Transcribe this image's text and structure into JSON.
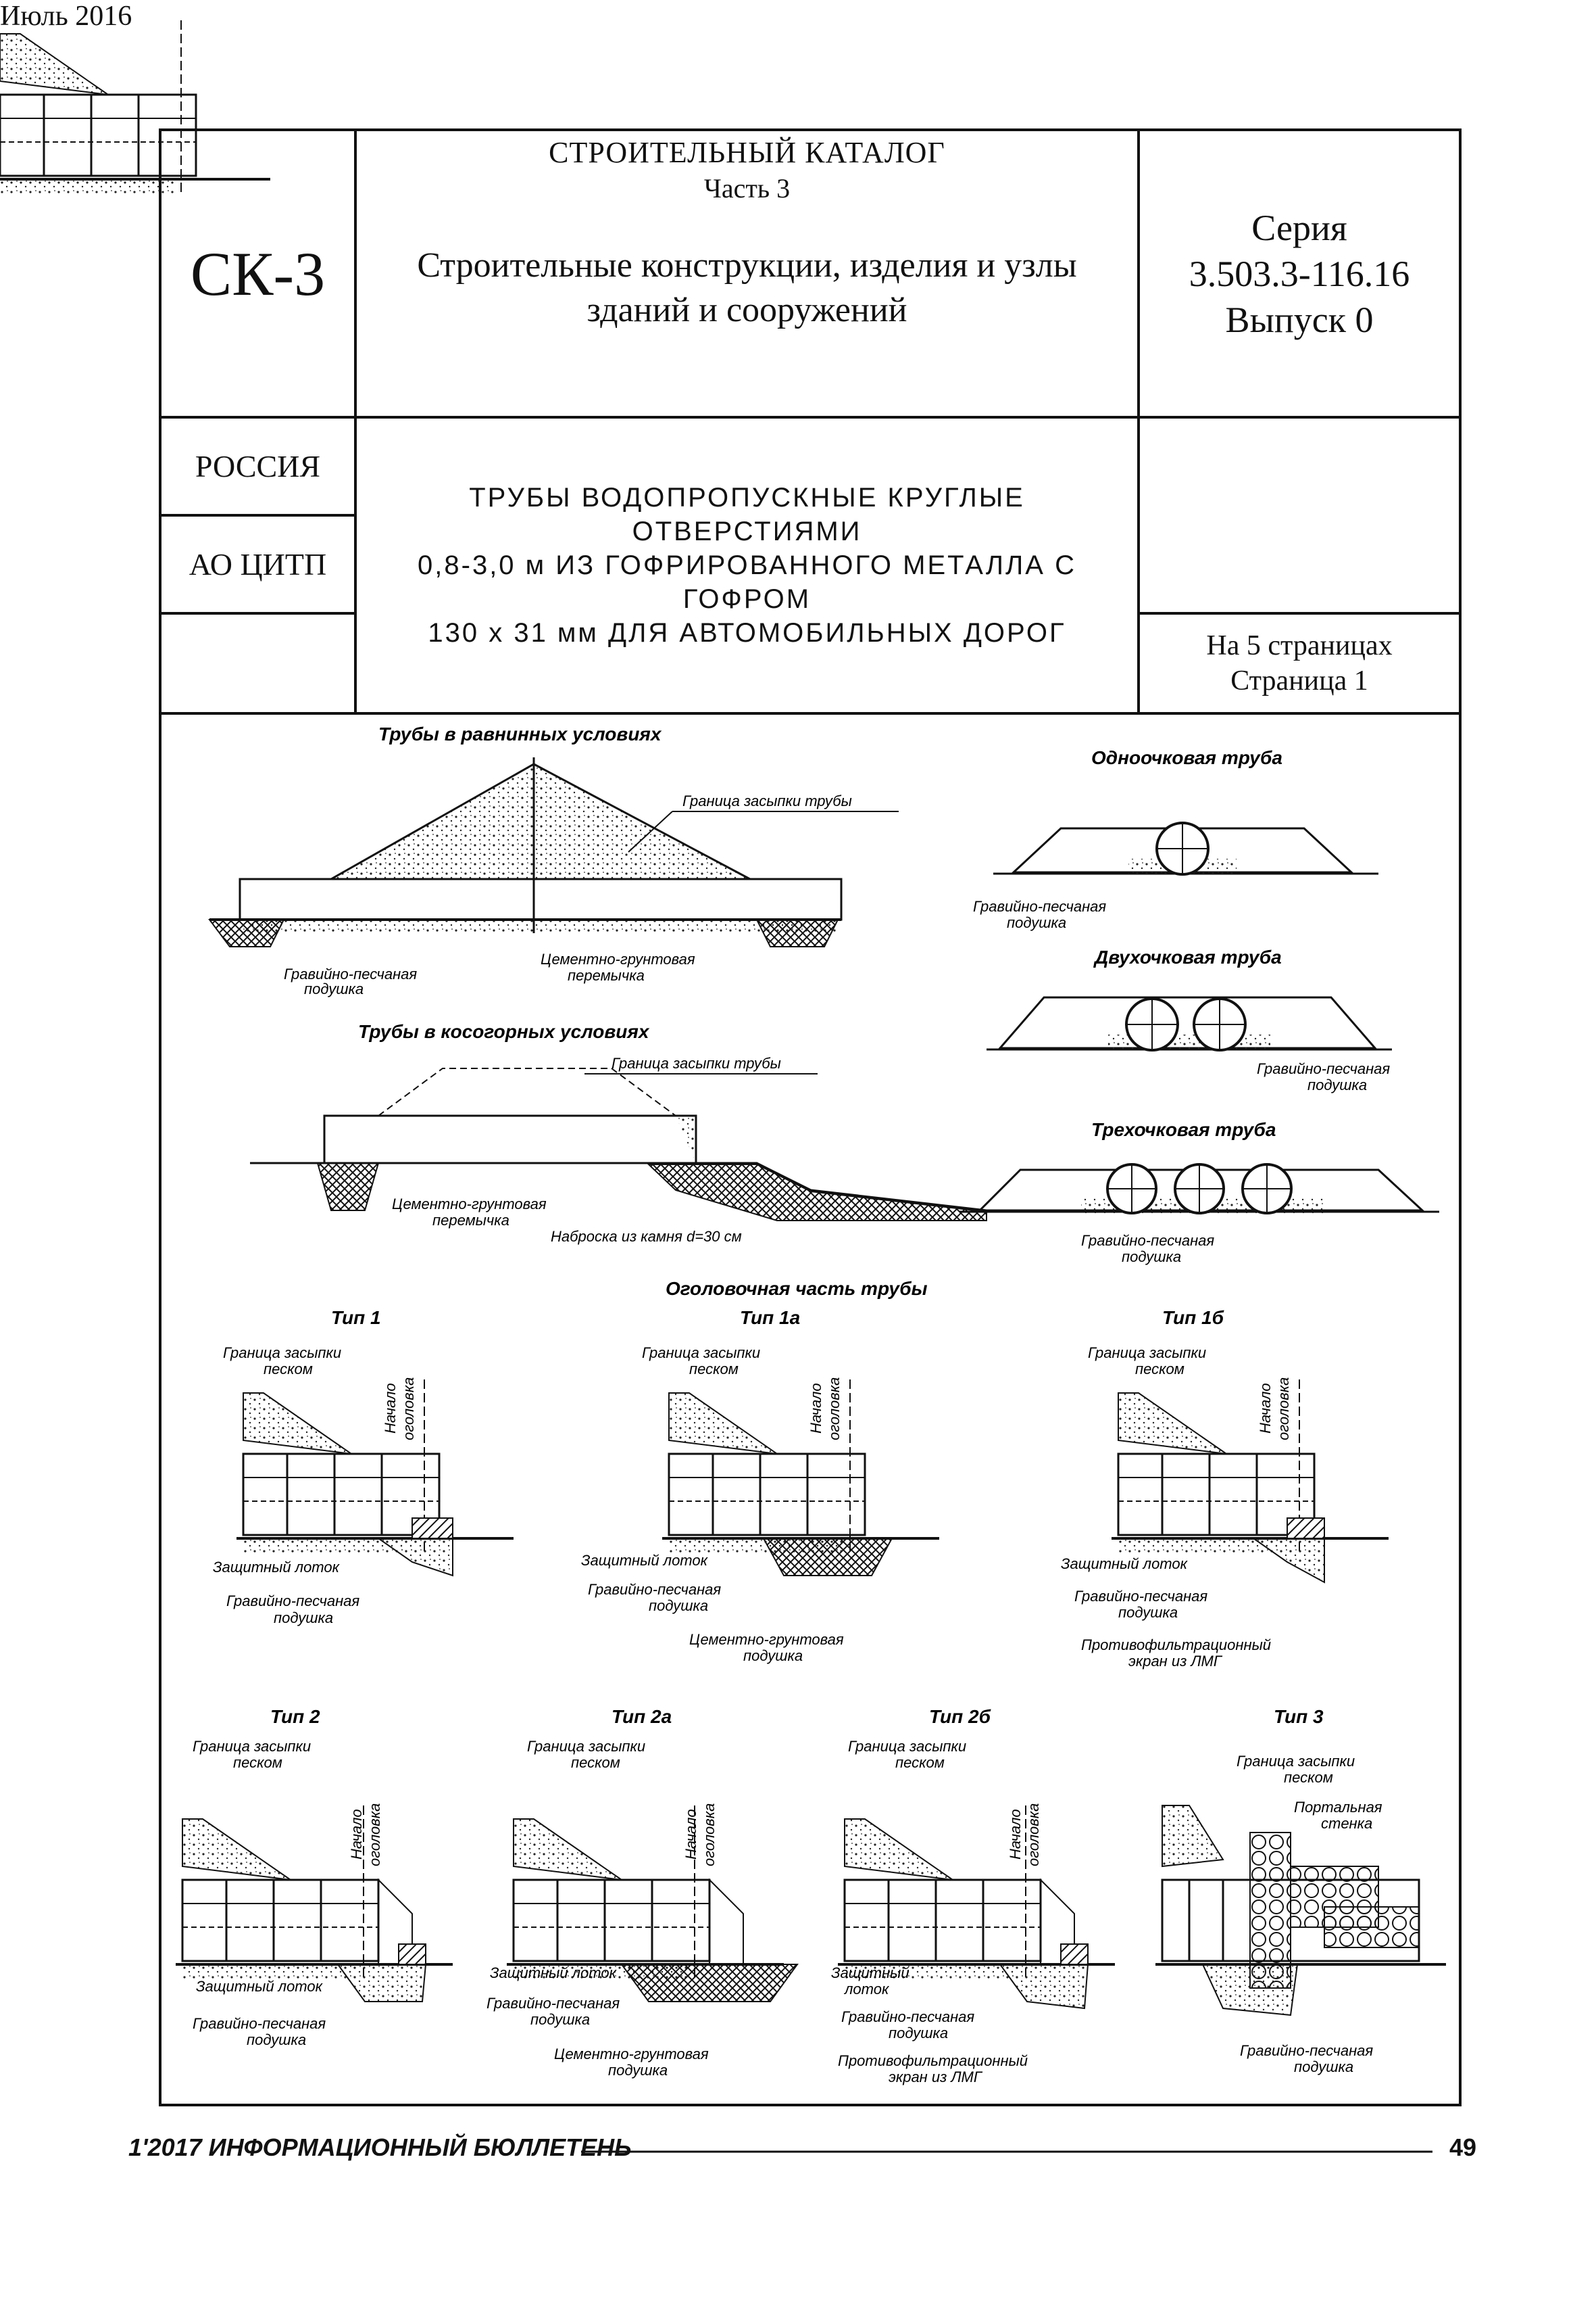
{
  "header": {
    "code": "СК-3",
    "catalog_title": "СТРОИТЕЛЬНЫЙ КАТАЛОГ",
    "catalog_part": "Часть 3",
    "catalog_subtitle_1": "Строительные конструкции, изделия и узлы",
    "catalog_subtitle_2": "зданий и сооружений",
    "series_1": "Серия",
    "series_2": "3.503.3-116.16",
    "series_3": "Выпуск 0",
    "country": "РОССИЯ",
    "org": "АО ЦИТП",
    "date": "Июль 2016",
    "doc_title_1": "ТРУБЫ ВОДОПРОПУСКНЫЕ КРУГЛЫЕ ОТВЕРСТИЯМИ",
    "doc_title_2": "0,8-3,0 м ИЗ ГОФРИРОВАННОГО МЕТАЛЛА С ГОФРОМ",
    "doc_title_3": "130 х 31 мм ДЛЯ АВТОМОБИЛЬНЫХ ДОРОГ",
    "pages_1": "На 5 страницах",
    "pages_2": "Страница 1"
  },
  "drawings": {
    "plain_title": "Трубы в равнинных условиях",
    "slope_title": "Трубы в косогорных условиях",
    "single_title": "Одноочковая труба",
    "double_title": "Двухочковая труба",
    "triple_title": "Трехочковая труба",
    "head_title": "Оголовочная часть трубы",
    "lbl_fill_boundary": "Граница засыпки трубы",
    "lbl_gravel_1": "Гравийно-песчаная",
    "lbl_gravel_2": "подушка",
    "lbl_cement_1": "Цементно-грунтовая",
    "lbl_cement_2": "перемычка",
    "lbl_stone": "Наброска из камня d=30 см",
    "types": [
      "Тип 1",
      "Тип 1а",
      "Тип 1б",
      "Тип 2",
      "Тип 2а",
      "Тип 2б",
      "Тип 3"
    ],
    "lbl_sand_fill_1": "Граница засыпки",
    "lbl_sand_fill_2": "песком",
    "lbl_head_start_1": "Начало",
    "lbl_head_start_2": "оголовка",
    "lbl_tray": "Защитный лоток",
    "lbl_tray_1": "Защитный",
    "lbl_tray_2": "лоток",
    "lbl_cement_pad_2": "подушка",
    "lbl_screen_1": "Противофильтрационный",
    "lbl_screen_2": "экран из ЛМГ",
    "lbl_portal_1": "Портальная",
    "lbl_portal_2": "стенка"
  },
  "footer": {
    "left": "1'2017 ИНФОРМАЦИОННЫЙ БЮЛЛЕТЕНЬ",
    "page": "49"
  }
}
